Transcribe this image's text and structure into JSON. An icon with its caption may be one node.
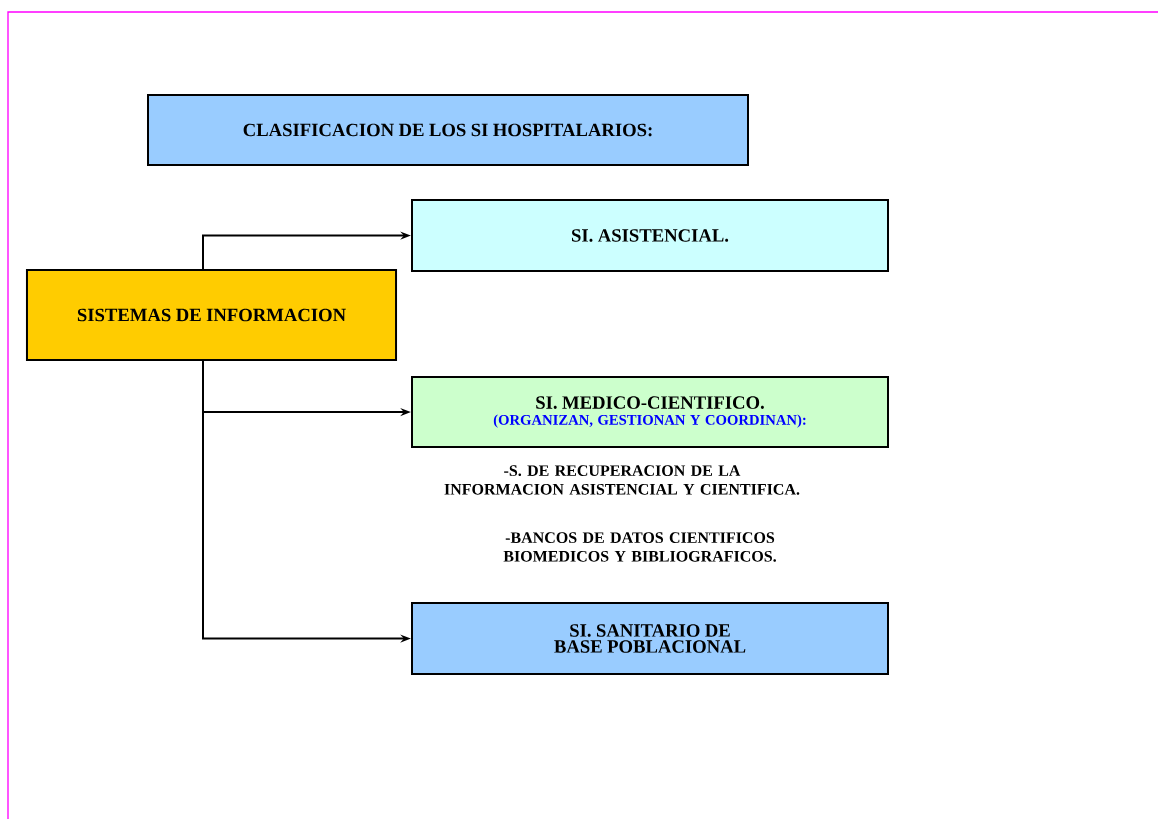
{
  "diagram": {
    "nodes": [
      {
        "text": [
          "CLASIFICACION DE LOS SI HOSPITALARIOS:"
        ]
      },
      {
        "text": [
          "SISTEMAS DE INFORMACION"
        ]
      },
      {
        "text": [
          "SI.  ASISTENCIAL."
        ]
      },
      {
        "text": [
          "SI. MEDICO-CIENTIFICO.",
          "(ORGANIZAN, GESTIONAN Y COORDINAN):"
        ]
      },
      {
        "text": [
          "SI. SANITARIO DE BASE POBLACIONAL"
        ]
      }
    ],
    "edges": [
      {
        "from": 1,
        "to": 2,
        "arrow": "to"
      },
      {
        "from": 1,
        "to": 3,
        "arrow": "to"
      },
      {
        "from": 1,
        "to": 4,
        "arrow": "to"
      }
    ],
    "labels": [
      "-S. DE RECUPERACION DE LA INFORMACION ASISTENCIAL Y CIENTIFICA.",
      "-BANCOS DE DATOS CIENTIFICOS BIOMEDICOS Y  BIBLIOGRAFICOS."
    ]
  }
}
